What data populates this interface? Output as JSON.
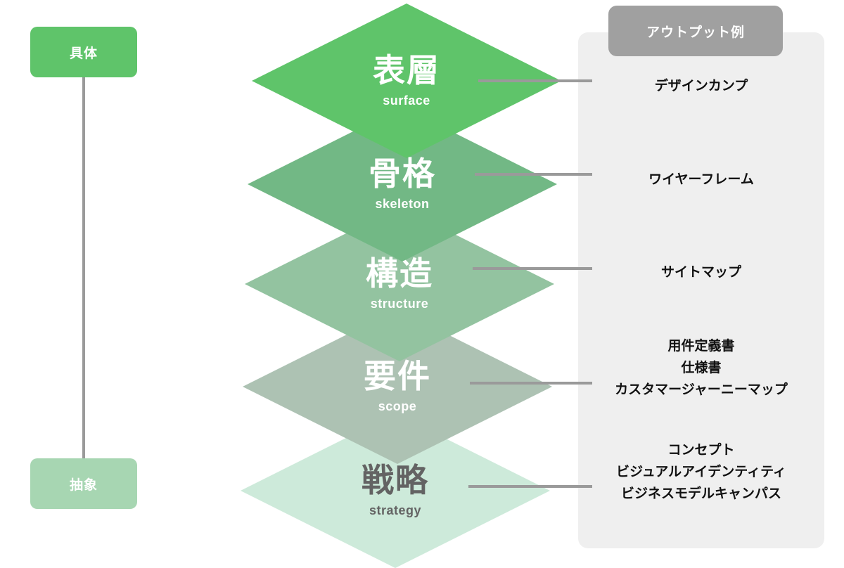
{
  "axis": {
    "top_label": "具体",
    "bottom_label": "抽象",
    "top_color": "#5fc46a",
    "bottom_color": "#a7d6b2",
    "line_color": "#9a9a9a"
  },
  "output_panel": {
    "badge_label": "アウトプット例",
    "badge_color": "#a0a0a0",
    "panel_color": "#efefef"
  },
  "layers": [
    {
      "jp": "表層",
      "en": "surface",
      "color": "#5fc46a",
      "text_color": "#ffffff",
      "outputs": [
        "デザインカンプ"
      ]
    },
    {
      "jp": "骨格",
      "en": "skeleton",
      "color": "#72b885",
      "text_color": "#ffffff",
      "outputs": [
        "ワイヤーフレーム"
      ]
    },
    {
      "jp": "構造",
      "en": "structure",
      "color": "#93c3a0",
      "text_color": "#ffffff",
      "outputs": [
        "サイトマップ"
      ]
    },
    {
      "jp": "要件",
      "en": "scope",
      "color": "#adc2b3",
      "text_color": "#ffffff",
      "outputs": [
        "用件定義書",
        "仕様書",
        "カスタマージャーニーマップ"
      ]
    },
    {
      "jp": "戦略",
      "en": "strategy",
      "color": "#cdeada",
      "text_color": "#636363",
      "outputs": [
        "コンセプト",
        "ビジュアルアイデンティティ",
        "ビジネスモデルキャンパス"
      ]
    }
  ],
  "connector_color": "#9a9a9a"
}
